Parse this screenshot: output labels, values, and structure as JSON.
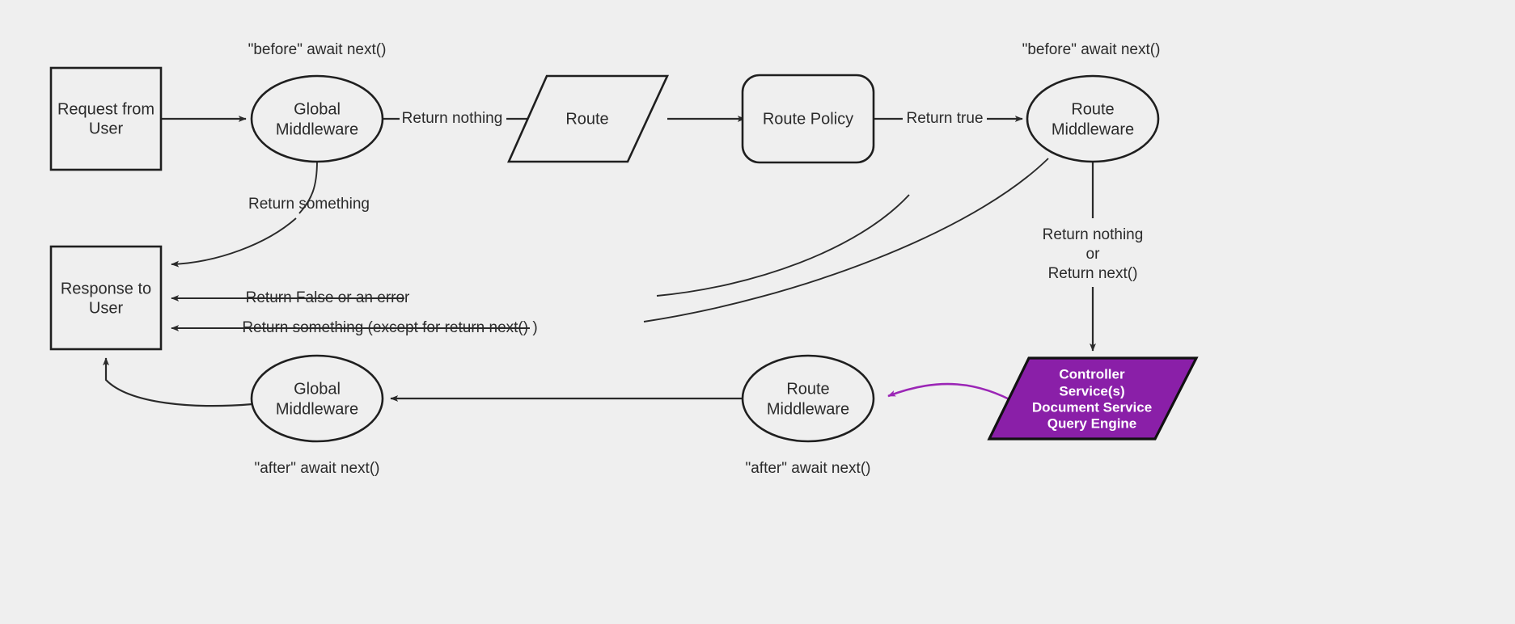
{
  "diagram": {
    "title": "HTTP Request Middleware Lifecycle Flow",
    "background_color": "#efefef",
    "stroke_color": "#2a2a2a",
    "accent_color": "#8a1fa8",
    "accent_edge_color": "#9b26b6"
  },
  "nodes": {
    "request_from_user": {
      "line1": "Request from",
      "line2": "User",
      "shape": "rectangle"
    },
    "global_middleware_before": {
      "line1": "Global",
      "line2": "Middleware",
      "shape": "ellipse"
    },
    "route": {
      "line1": "Route",
      "shape": "parallelogram"
    },
    "route_policy": {
      "line1": "Route Policy",
      "shape": "rounded-rectangle"
    },
    "route_middleware_before": {
      "line1": "Route",
      "line2": "Middleware",
      "shape": "ellipse"
    },
    "controller_services": {
      "line1": "Controller",
      "line2": "Service(s)",
      "line3": "Document Service",
      "line4": "Query Engine",
      "shape": "parallelogram",
      "fill": "#8a1fa8",
      "text_color": "#ffffff"
    },
    "response_to_user": {
      "line1": "Response to",
      "line2": "User",
      "shape": "rectangle"
    },
    "global_middleware_after": {
      "line1": "Global",
      "line2": "Middleware",
      "shape": "ellipse"
    },
    "route_middleware_after": {
      "line1": "Route",
      "line2": "Middleware",
      "shape": "ellipse"
    }
  },
  "annotations": {
    "before_global": "\"before\" await next()",
    "before_route": "\"before\" await next()",
    "after_global": "\"after\" await next()",
    "after_route": "\"after\" await next()"
  },
  "edge_labels": {
    "return_nothing": "Return nothing",
    "return_true": "Return true",
    "return_something_global": "Return something",
    "return_false_or_error": "Return False or an error",
    "return_something_except": "Return something (except for return next() )",
    "return_nothing_or_next_line1": "Return nothing",
    "return_nothing_or_next_line2": "or",
    "return_nothing_or_next_line3": "Return next()"
  }
}
